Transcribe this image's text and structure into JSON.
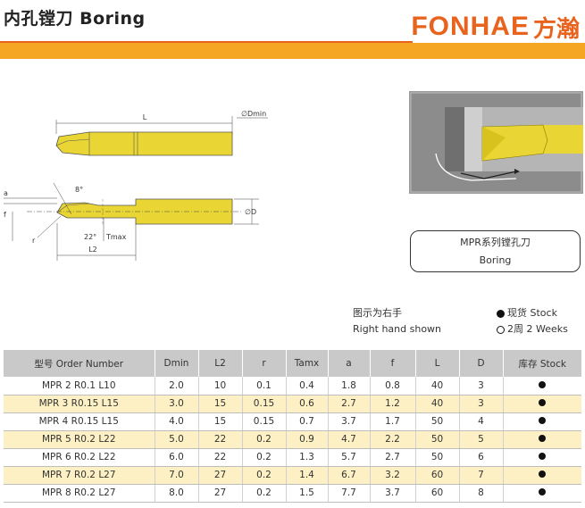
{
  "header": {
    "title": "内孔镗刀 Boring",
    "brand_latin": "FONHAE",
    "brand_cn": "方瀚"
  },
  "colors": {
    "accent": "#e8641e",
    "bar": "#f5a623",
    "tool": "#e9d634",
    "row_alt": "#fdf0c4",
    "table_header": "#c9c9c9"
  },
  "drawing": {
    "label_L": "L",
    "label_Dmin": "∅Dmin",
    "label_angle_top": "8°",
    "label_a": "a",
    "label_f": "f",
    "label_r": "r",
    "label_angle_bottom": "22°",
    "label_Tmax": "Tmax",
    "label_L2": "L2",
    "label_D": "∅D"
  },
  "series": {
    "line1": "MPR系列镗孔刀",
    "line2": "Boring"
  },
  "notes": {
    "left1": "图示为右手",
    "left2": "Right hand shown",
    "right1": "现货 Stock",
    "right2": "2周 2 Weeks"
  },
  "table": {
    "headers": [
      "型号 Order Number",
      "Dmin",
      "L2",
      "r",
      "Tamx",
      "a",
      "f",
      "L",
      "D",
      "库存 Stock"
    ],
    "rows": [
      [
        "MPR 2 R0.1 L10",
        "2.0",
        "10",
        "0.1",
        "0.4",
        "1.8",
        "0.8",
        "40",
        "3"
      ],
      [
        "MPR 3 R0.15 L15",
        "3.0",
        "15",
        "0.15",
        "0.6",
        "2.7",
        "1.2",
        "40",
        "3"
      ],
      [
        "MPR 4 R0.15 L15",
        "4.0",
        "15",
        "0.15",
        "0.7",
        "3.7",
        "1.7",
        "50",
        "4"
      ],
      [
        "MPR 5 R0.2 L22",
        "5.0",
        "22",
        "0.2",
        "0.9",
        "4.7",
        "2.2",
        "50",
        "5"
      ],
      [
        "MPR 6 R0.2 L22",
        "6.0",
        "22",
        "0.2",
        "1.3",
        "5.7",
        "2.7",
        "50",
        "6"
      ],
      [
        "MPR 7 R0.2 L27",
        "7.0",
        "27",
        "0.2",
        "1.4",
        "6.7",
        "3.2",
        "60",
        "7"
      ],
      [
        "MPR 8 R0.2 L27",
        "8.0",
        "27",
        "0.2",
        "1.5",
        "7.7",
        "3.7",
        "60",
        "8"
      ]
    ],
    "stock": [
      "in-stock",
      "in-stock",
      "in-stock",
      "in-stock",
      "in-stock",
      "in-stock",
      "in-stock"
    ]
  }
}
